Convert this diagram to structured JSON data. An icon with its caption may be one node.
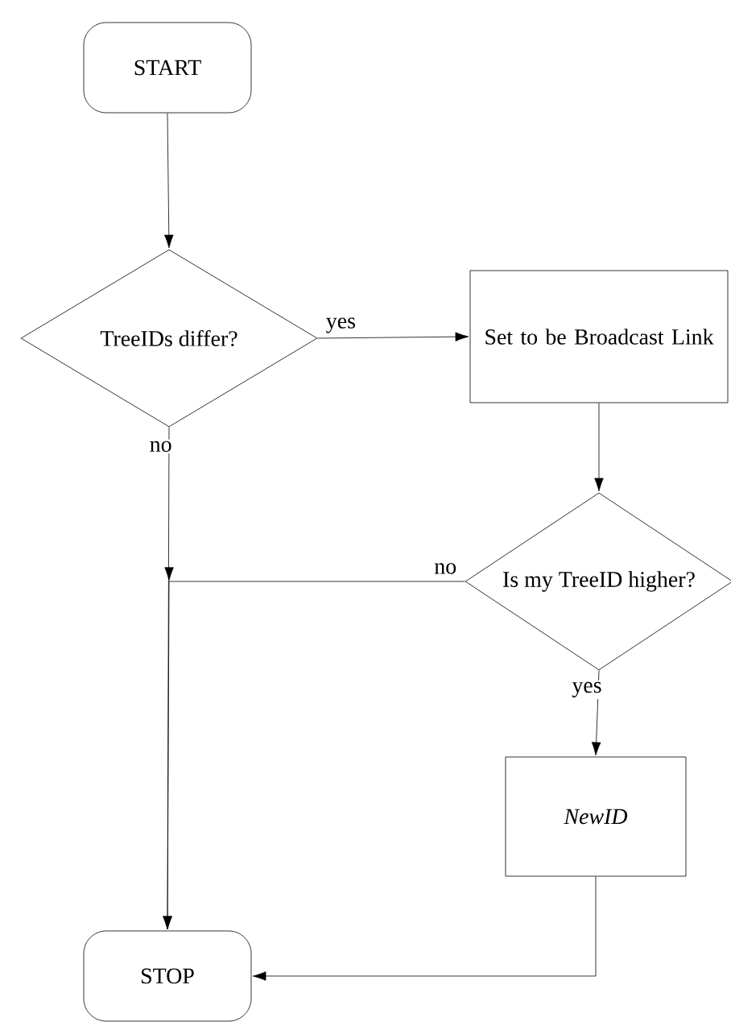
{
  "diagram": {
    "nodes": [
      {
        "text": [
          "START"
        ]
      },
      {
        "text": [
          "TreeIDs differ?"
        ]
      },
      {
        "text": [
          "Set to be Broadcast Link"
        ]
      },
      {
        "text": [
          "Is my TreeID higher?"
        ]
      },
      {
        "text": [
          "NewID"
        ]
      },
      {
        "text": [
          "STOP"
        ]
      }
    ],
    "edges": [
      {
        "from": 0,
        "to": 1,
        "arrow": "to"
      },
      {
        "from": 1,
        "to": 2,
        "arrow": "to",
        "label": "yes"
      },
      {
        "from": 1,
        "to": 5,
        "arrow": "to",
        "label": "no"
      },
      {
        "from": 2,
        "to": 3,
        "arrow": "to"
      },
      {
        "from": 3,
        "to": 5,
        "arrow": "to",
        "label": "no"
      },
      {
        "from": 3,
        "to": 4,
        "arrow": "to",
        "label": "yes"
      },
      {
        "from": 4,
        "to": 5,
        "arrow": "to"
      }
    ]
  }
}
